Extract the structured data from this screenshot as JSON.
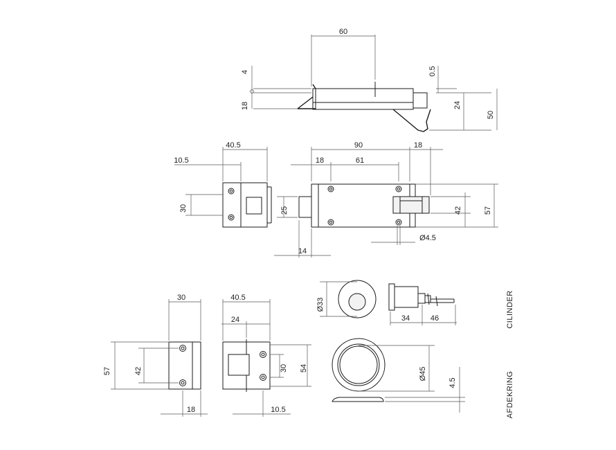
{
  "dimensions": {
    "top_width": "60",
    "top_gap": "4",
    "top_height": "18",
    "top_lip": "0.5",
    "top_handle": "24",
    "top_total": "50",
    "strike_width": "40.5",
    "strike_offset": "10.5",
    "strike_height": "30",
    "bolt_height": "25",
    "bolt_extend": "14",
    "lock_length": "90",
    "lock_end": "18",
    "lock_screw_offset": "18",
    "lock_screw_span": "61",
    "lock_knob_height": "42",
    "lock_total_height": "57",
    "screw_diameter": "Ø4.5",
    "front_width": "30",
    "front_height": "57",
    "front_screw_span": "42",
    "front_bottom": "18",
    "strike_front_width": "40.5",
    "strike_front_inner": "24",
    "strike_front_opening": "30",
    "strike_front_height": "54",
    "strike_front_bottom": "10.5",
    "cylinder_diameter": "Ø33",
    "cylinder_body": "34",
    "cylinder_pin": "46",
    "ring_diameter": "Ø45",
    "ring_thickness": "4.5"
  },
  "labels": {
    "cylinder": "CILINDER",
    "ring": "AFDEKRING"
  }
}
